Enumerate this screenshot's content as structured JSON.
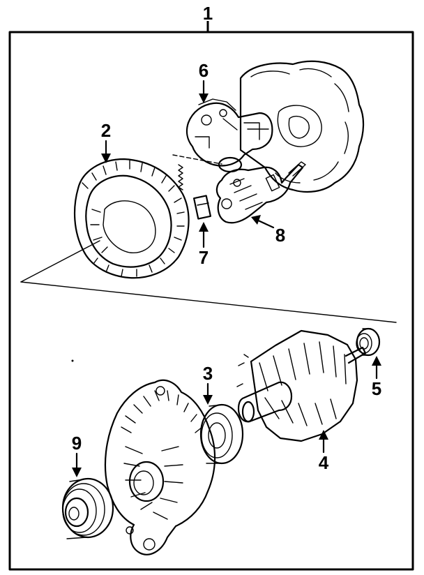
{
  "callouts": {
    "assembly": "1",
    "stator": "2",
    "front_bearing": "3",
    "rotor": "4",
    "rear_bearing": "5",
    "regulator": "6",
    "brush": "7",
    "rectifier": "8",
    "pulley": "9"
  }
}
